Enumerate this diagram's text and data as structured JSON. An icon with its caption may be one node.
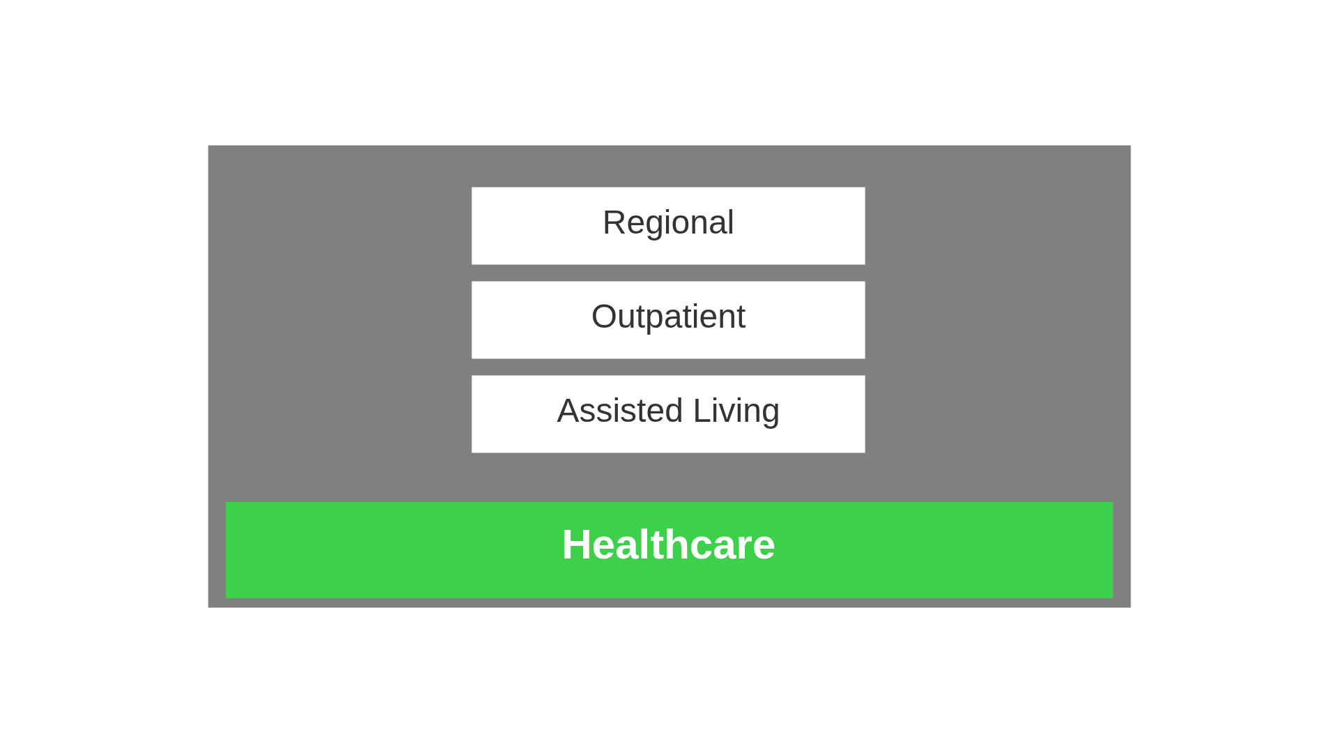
{
  "diagram": {
    "nodes": [
      {
        "text": [
          "Healthcare"
        ]
      },
      {
        "text": [
          "Regional"
        ],
        "in": 0
      },
      {
        "text": [
          "Outpatient"
        ],
        "in": 0
      },
      {
        "text": [
          "Assisted Living"
        ],
        "in": 0
      }
    ]
  }
}
